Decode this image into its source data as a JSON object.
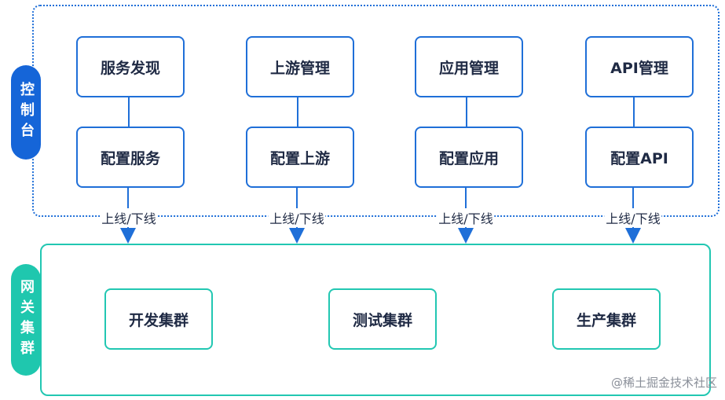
{
  "control_plane": {
    "label": "控制台",
    "columns": [
      {
        "top": "服务发现",
        "bottom": "配置服务",
        "edge": "上线/下线"
      },
      {
        "top": "上游管理",
        "bottom": "配置上游",
        "edge": "上线/下线"
      },
      {
        "top": "应用管理",
        "bottom": "配置应用",
        "edge": "上线/下线"
      },
      {
        "top": "API管理",
        "bottom": "配置API",
        "edge": "上线/下线"
      }
    ]
  },
  "gateway_cluster": {
    "label": "网关集群",
    "clusters": [
      "开发集群",
      "测试集群",
      "生产集群"
    ]
  },
  "colors": {
    "control_accent": "#1f6fd8",
    "control_tag_bg": "#1565d8",
    "gateway_accent": "#22c7b2",
    "gateway_tag_bg": "#1fc7ae"
  },
  "watermark": "@稀土掘金技术社区"
}
